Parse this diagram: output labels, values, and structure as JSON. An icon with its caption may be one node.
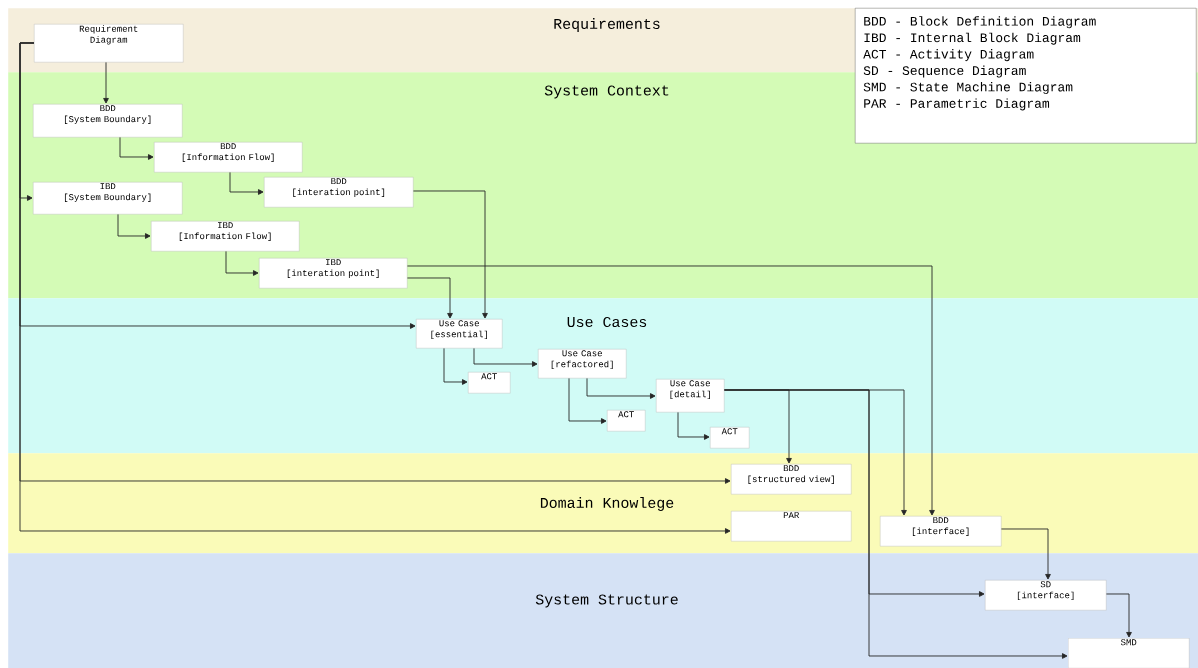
{
  "diagram": {
    "nodes": [
      {
        "text": [
          "Requirements"
        ]
      },
      {
        "text": [
          "System Context"
        ]
      },
      {
        "text": [
          "Use Cases"
        ]
      },
      {
        "text": [
          "Domain Knowlege"
        ]
      },
      {
        "text": [
          "System Structure"
        ]
      },
      {
        "text": [
          "BDD - Block Definition Diagram",
          "IBD - Internal Block Diagram",
          "ACT - Activity Diagram",
          "SD  - Sequence Diagram",
          "SMD - State Machine Diagram",
          "PAR - Parametric Diagram"
        ]
      },
      {
        "text": [
          "Requirement Diagram"
        ],
        "in": 0
      },
      {
        "text": [
          "BDD",
          "[System Boundary]"
        ],
        "in": 1
      },
      {
        "text": [
          "BDD",
          "[Information Flow]"
        ],
        "in": 1
      },
      {
        "text": [
          "BDD",
          "[interation point]"
        ],
        "in": 1
      },
      {
        "text": [
          "IBD",
          "[System Boundary]"
        ],
        "in": 1
      },
      {
        "text": [
          "IBD",
          "[Information Flow]"
        ],
        "in": 1
      },
      {
        "text": [
          "IBD",
          "[interation point]"
        ],
        "in": 1
      },
      {
        "text": [
          "Use Case",
          "[essential]"
        ],
        "in": 2
      },
      {
        "text": [
          "ACT"
        ],
        "in": 2
      },
      {
        "text": [
          "Use Case",
          "[refactored]"
        ],
        "in": 2
      },
      {
        "text": [
          "ACT"
        ],
        "in": 2
      },
      {
        "text": [
          "Use Case",
          "[detail]"
        ],
        "in": 2
      },
      {
        "text": [
          "ACT"
        ],
        "in": 2
      },
      {
        "text": [
          "BDD",
          "[structured view]"
        ],
        "in": 3
      },
      {
        "text": [
          "PAR"
        ],
        "in": 3
      },
      {
        "text": [
          "BDD",
          "[interface]"
        ],
        "in": 3
      },
      {
        "text": [
          "SD",
          "[interface]"
        ],
        "in": 4
      },
      {
        "text": [
          "SMD"
        ],
        "in": 4
      }
    ],
    "edges": [
      {
        "from": 6,
        "to": 7,
        "arrow": "to"
      },
      {
        "from": 6,
        "to": 10,
        "arrow": "to"
      },
      {
        "from": 6,
        "to": 13,
        "arrow": "to"
      },
      {
        "from": 6,
        "to": 19,
        "arrow": "to"
      },
      {
        "from": 6,
        "to": 20,
        "arrow": "to"
      },
      {
        "from": 7,
        "to": 8,
        "arrow": "to"
      },
      {
        "from": 8,
        "to": 9,
        "arrow": "to"
      },
      {
        "from": 10,
        "to": 11,
        "arrow": "to"
      },
      {
        "from": 11,
        "to": 12,
        "arrow": "to"
      },
      {
        "from": 9,
        "to": 13,
        "arrow": "to"
      },
      {
        "from": 12,
        "to": 13,
        "arrow": "to"
      },
      {
        "from": 12,
        "to": 21,
        "arrow": "to"
      },
      {
        "from": 13,
        "to": 14,
        "arrow": "to"
      },
      {
        "from": 13,
        "to": 15,
        "arrow": "to"
      },
      {
        "from": 15,
        "to": 16,
        "arrow": "to"
      },
      {
        "from": 15,
        "to": 17,
        "arrow": "to"
      },
      {
        "from": 17,
        "to": 18,
        "arrow": "to"
      },
      {
        "from": 17,
        "to": 19,
        "arrow": "to"
      },
      {
        "from": 17,
        "to": 21,
        "arrow": "to"
      },
      {
        "from": 17,
        "to": 22,
        "arrow": "to"
      },
      {
        "from": 17,
        "to": 23,
        "arrow": "to"
      },
      {
        "from": 21,
        "to": 22,
        "arrow": "to"
      },
      {
        "from": 22,
        "to": 23,
        "arrow": "to"
      }
    ]
  }
}
